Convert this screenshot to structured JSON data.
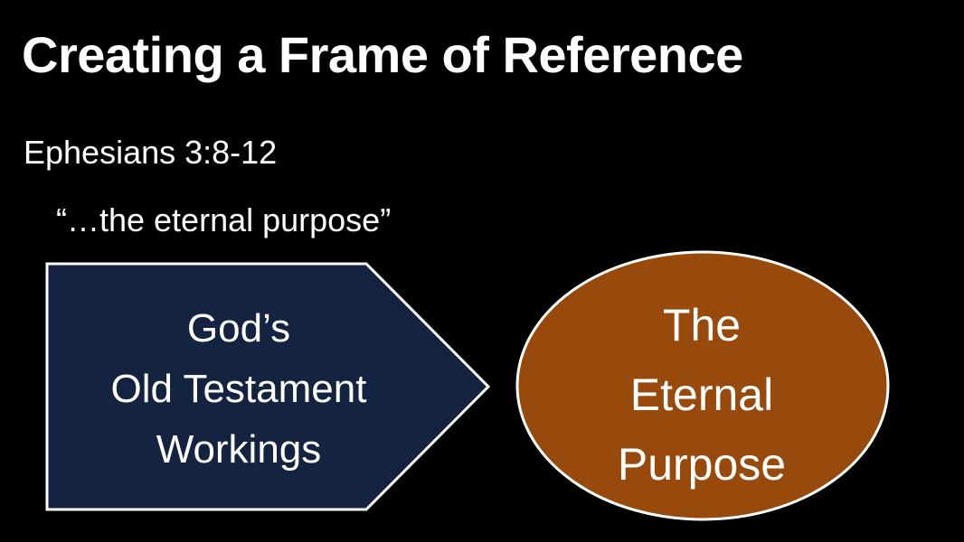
{
  "slide": {
    "title": "Creating a Frame of Reference",
    "reference": "Ephesians 3:8-12",
    "quote": "“…the eternal purpose”"
  },
  "diagram": {
    "left_shape": {
      "line1": "God’s",
      "line2": "Old Testament",
      "line3": "Workings",
      "fill": "#14233f",
      "outline": "#ffffff"
    },
    "right_shape": {
      "line1": "The",
      "line2": "Eternal",
      "line3": "Purpose",
      "fill": "#974a0c",
      "outline": "#ffffff"
    }
  }
}
